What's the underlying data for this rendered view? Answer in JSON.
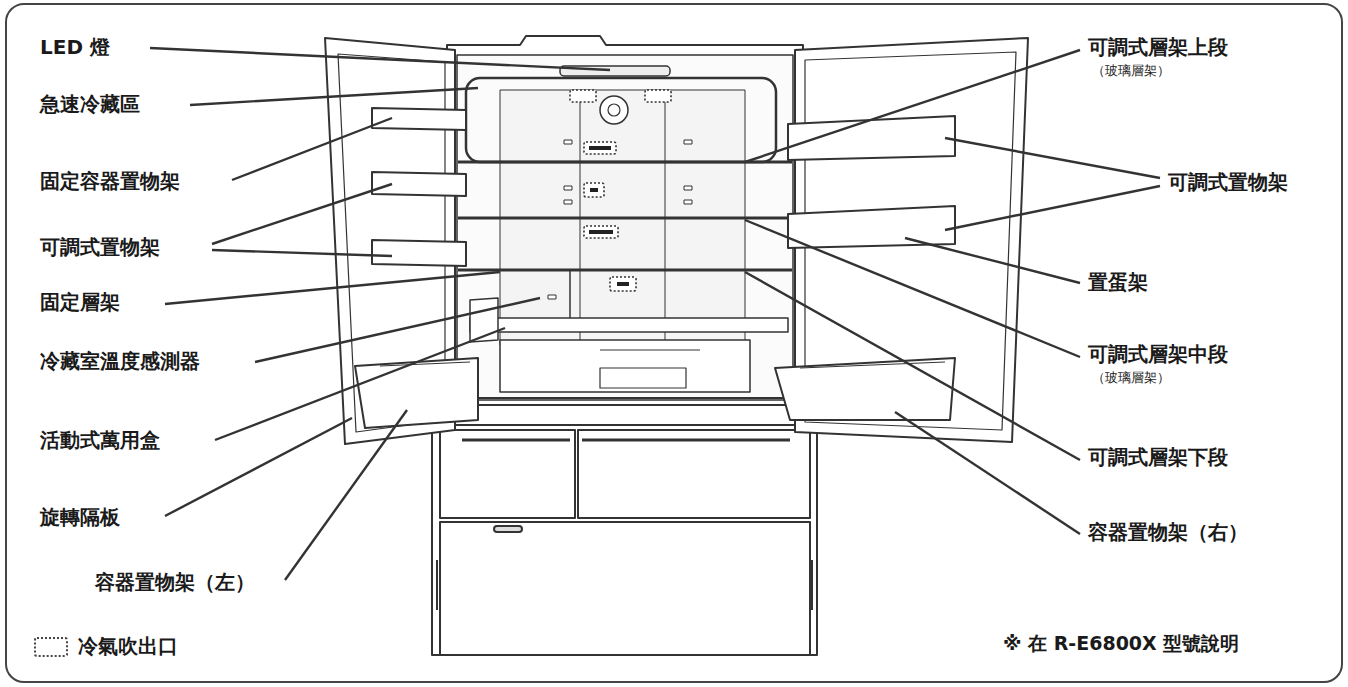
{
  "diagram": {
    "labels": [
      "LED 燈",
      "急速冷藏區",
      "固定容器置物架",
      "可調式置物架",
      "固定層架",
      "冷藏室溫度感測器",
      "活動式萬用盒",
      "旋轉隔板",
      "容器置物架（左）",
      "可調式層架上段",
      "（玻璃層架）",
      "可調式置物架",
      "置蛋架",
      "可調式層架中段",
      "（玻璃層架）",
      "可調式層架下段",
      "容器置物架（右）",
      "※ 在 R-E6800X 型號說明"
    ],
    "legend": [
      {
        "text": "冷氣吹出口"
      }
    ]
  }
}
